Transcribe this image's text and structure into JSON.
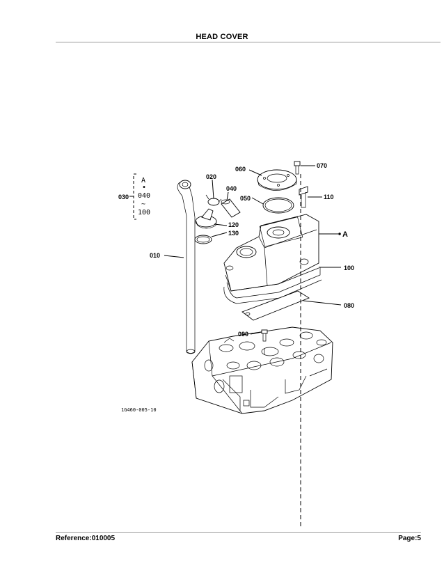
{
  "header": {
    "title": "HEAD COVER"
  },
  "footer": {
    "reference": "Reference:010005",
    "page": "Page:5"
  },
  "diagram": {
    "callouts": {
      "c070": "070",
      "c060": "060",
      "c020": "020",
      "c040": "040",
      "c110": "110",
      "c030": "030",
      "c050": "050",
      "c120": "120",
      "c130": "130",
      "cA": "A",
      "c010": "010",
      "c100": "100",
      "c080": "080",
      "c090": "090"
    },
    "group_note": {
      "line1": "A",
      "line2": "•",
      "line3": "040",
      "line4": "~",
      "line5": "100"
    },
    "figure_id": "1G460-005-10"
  }
}
